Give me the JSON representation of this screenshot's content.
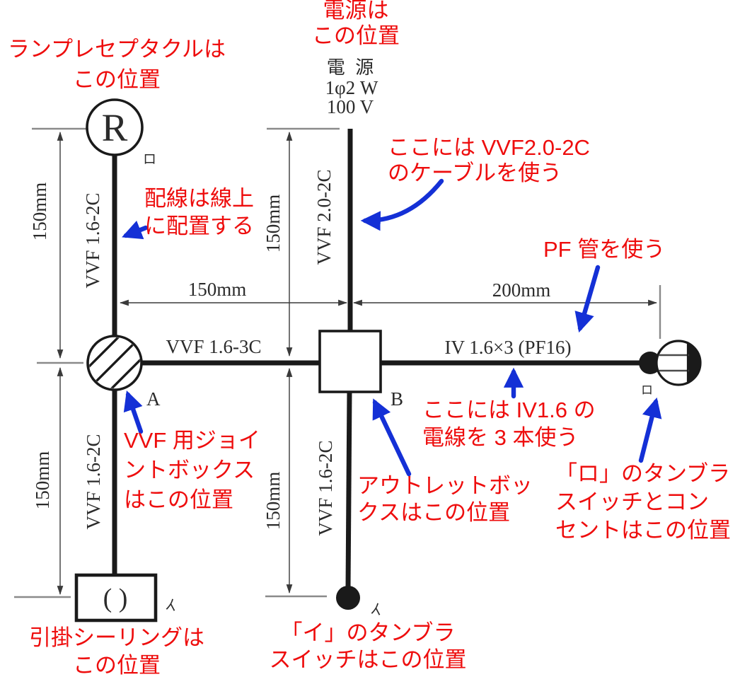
{
  "diagram": {
    "power_source": {
      "name_label": "電 源",
      "phase_label": "1φ2 W",
      "voltage_label": "100 V"
    },
    "devices": {
      "lamp_receptacle_symbol": "R",
      "lamp_receptacle_switch_mark": "ロ",
      "joint_box_label": "A",
      "outlet_box_label": "B",
      "ceiling_symbol": "( )",
      "ceiling_switch_mark": "イ",
      "switch_i_mark": "イ",
      "switch_ro_mark": "ロ"
    },
    "cables": {
      "lamp_to_jointbox": "VVF 1.6-2C",
      "jointbox_to_ceiling": "VVF 1.6-2C",
      "power_to_outletbox": "VVF 2.0-2C",
      "outletbox_to_switch": "VVF 1.6-2C",
      "jointbox_to_outletbox": "VVF 1.6-3C",
      "outletbox_to_receptacle": "IV 1.6×3 (PF16)"
    },
    "dimensions": {
      "left_upper": "150mm",
      "left_lower": "150mm",
      "center_upper": "150mm",
      "center_lower": "150mm",
      "horizontal_left": "150mm",
      "horizontal_right": "200mm"
    }
  },
  "annotations": {
    "lamp": {
      "lines": [
        "ランプレセプタクルは",
        "この位置"
      ]
    },
    "power": {
      "lines": [
        "電源は",
        "この位置"
      ]
    },
    "vvf20": {
      "lines": [
        "ここには VVF2.0-2C",
        "のケーブルを使う"
      ]
    },
    "wiring_on_line": {
      "lines": [
        "配線は線上",
        "に配置する"
      ]
    },
    "pf_pipe": {
      "lines": [
        "PF 管を使う"
      ]
    },
    "joint_box": {
      "lines": [
        "VVF 用ジョイ",
        "ントボックス",
        "はこの位置"
      ]
    },
    "iv_wire": {
      "lines": [
        "ここには IV1.6 の",
        "電線を 3 本使う"
      ]
    },
    "outlet_box": {
      "lines": [
        "アウトレットボッ",
        "クスはこの位置"
      ]
    },
    "switch_ro": {
      "lines": [
        "「ロ」のタンブラ",
        "スイッチとコン",
        "セントはこの位置"
      ]
    },
    "switch_i": {
      "lines": [
        "「イ」のタンブラ",
        "スイッチはこの位置"
      ]
    },
    "ceiling": {
      "lines": [
        "引掛シーリングは",
        "この位置"
      ]
    }
  },
  "colors": {
    "annotation_red": "#ee0d0d",
    "arrow_blue": "#1430d6",
    "wire_black": "#1a1a1a",
    "dimension_gray": "#3a3a3a"
  }
}
